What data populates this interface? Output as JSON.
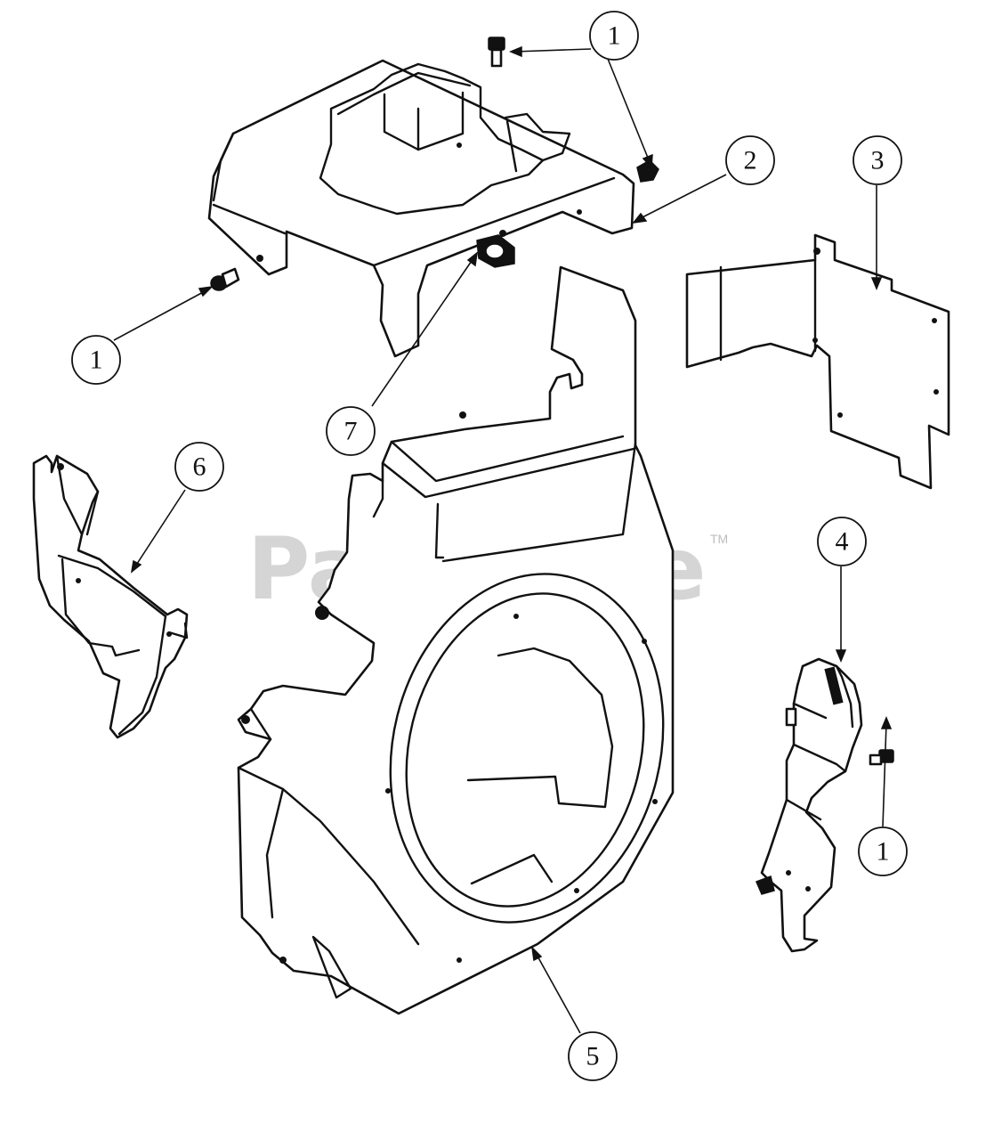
{
  "watermark": {
    "brand": "PartsTree",
    "trademark": "TM",
    "color": "#c8c8c8"
  },
  "callouts": [
    {
      "id": "c1a",
      "label": "1"
    },
    {
      "id": "c1b",
      "label": "1"
    },
    {
      "id": "c1c",
      "label": "1"
    },
    {
      "id": "c2",
      "label": "2"
    },
    {
      "id": "c3",
      "label": "3"
    },
    {
      "id": "c4",
      "label": "4"
    },
    {
      "id": "c5",
      "label": "5"
    },
    {
      "id": "c6",
      "label": "6"
    },
    {
      "id": "c7",
      "label": "7"
    }
  ]
}
